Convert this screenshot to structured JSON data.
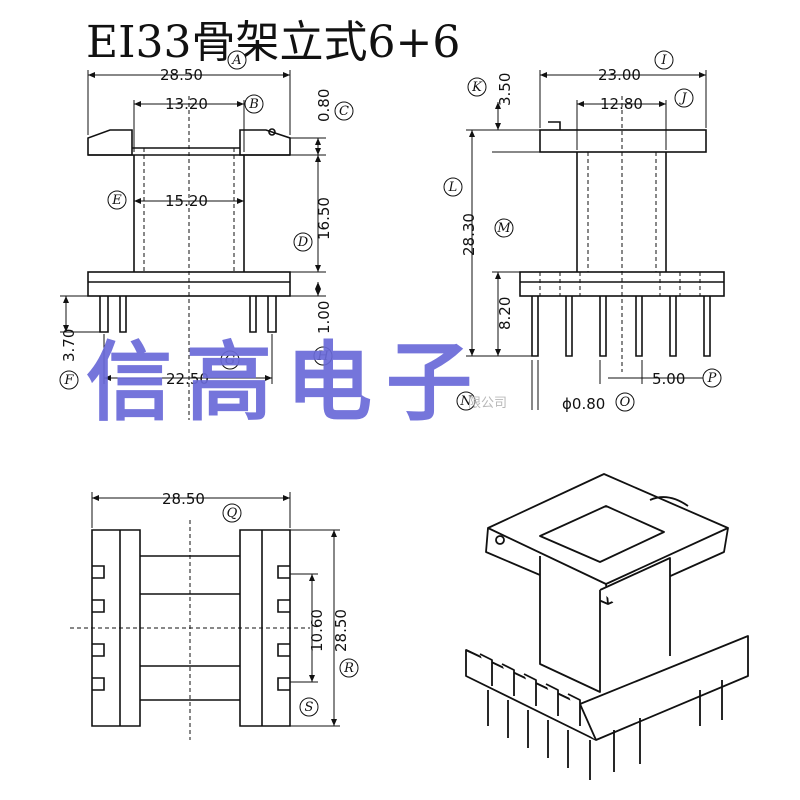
{
  "title": "EI33骨架立式6+6",
  "watermark": "信高电子",
  "watermark_small": "限公司",
  "colors": {
    "line": "#111111",
    "watermark": "#6a6ad8",
    "background": "#ffffff"
  },
  "dims": {
    "front_width": "28.50",
    "front_inner": "13.20",
    "front_core": "15.20",
    "front_flange": "0.80",
    "front_height": "16.50",
    "front_base": "1.00",
    "front_pin": "3.70",
    "front_bottom": "22.50",
    "side_width": "23.00",
    "side_top": "3.50",
    "side_inner": "12.80",
    "side_total": "28.30",
    "side_pin": "8.20",
    "side_pitch": "5.00",
    "side_pin_dia": "ϕ0.80",
    "top_width": "28.50",
    "top_height": "28.50",
    "top_inner": "10.60"
  },
  "labels": {
    "A": "A",
    "B": "B",
    "C": "C",
    "D": "D",
    "E": "E",
    "F": "F",
    "G": "G",
    "H": "H",
    "I": "I",
    "J": "J",
    "K": "K",
    "L": "L",
    "M": "M",
    "N": "N",
    "O": "O",
    "P": "P",
    "Q": "Q",
    "R": "R",
    "S": "S"
  }
}
